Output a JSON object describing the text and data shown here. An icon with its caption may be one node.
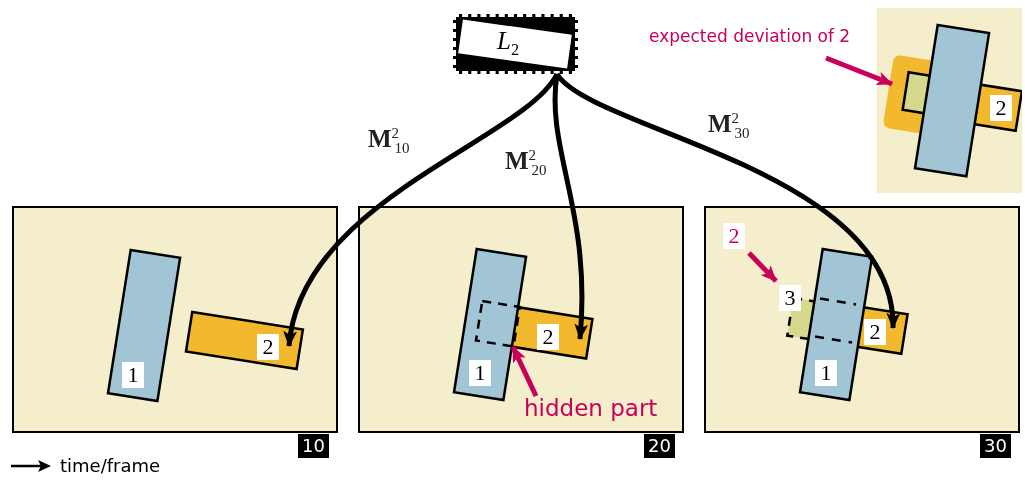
{
  "diagram": {
    "nodes": [
      {
        "text": [
          "*L*$_{2}$"
        ]
      },
      {
        "text": [
          "expected deviation of 2"
        ]
      },
      {
        "text": [],
        "shape": "box"
      },
      {
        "text": [],
        "shape": "box",
        "in": 2
      },
      {
        "text": [],
        "shape": "box",
        "in": 2
      },
      {
        "text": [
          "2"
        ],
        "in": 2
      },
      {
        "text": [],
        "shape": "box",
        "beside": [
          "10"
        ]
      },
      {
        "text": [
          "1"
        ],
        "in": 6
      },
      {
        "text": [
          "2"
        ],
        "in": 6
      },
      {
        "text": [],
        "shape": "box",
        "beside": [
          "20"
        ]
      },
      {
        "text": [
          "1"
        ],
        "in": 9
      },
      {
        "text": [],
        "shape": "box"
      },
      {
        "text": [
          "2"
        ],
        "in": 9
      },
      {
        "text": [
          "hidden part"
        ],
        "in": 9
      },
      {
        "text": [],
        "shape": "box",
        "beside": [
          "30"
        ]
      },
      {
        "text": [
          "2"
        ],
        "in": 14
      },
      {
        "text": [
          "3"
        ],
        "in": 14
      },
      {
        "text": [
          "1"
        ],
        "in": 14
      },
      {
        "text": [
          "2"
        ],
        "in": 14
      }
    ],
    "edges": [
      {
        "from": 0,
        "to": 8,
        "arrow": "to",
        "label": "**M**$^{2}$$_{10}$"
      },
      {
        "from": 0,
        "to": 12,
        "arrow": "to",
        "label": "**M**$^{2}$$_{20}$"
      },
      {
        "from": 0,
        "to": 18,
        "arrow": "to",
        "label": "**M**$^{2}$$_{30}$"
      },
      {
        "from": 1,
        "to": 3,
        "arrow": "to",
        "color": "#c8005a"
      },
      {
        "from": 13,
        "to": 11,
        "arrow": "to",
        "color": "#c8005a"
      },
      {
        "from": 15,
        "to": 16,
        "arrow": "to",
        "color": "#c8005a"
      }
    ],
    "legend": [
      {
        "text": "time/frame"
      }
    ]
  }
}
